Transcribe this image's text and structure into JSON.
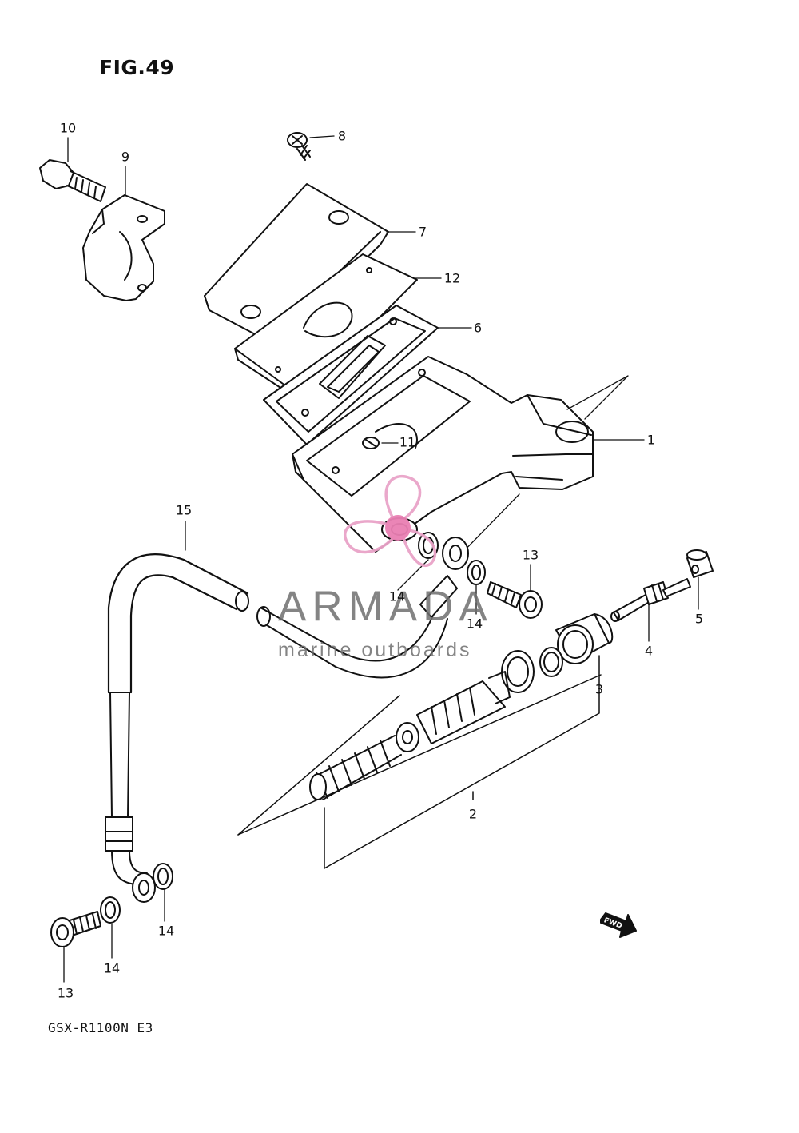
{
  "figure": {
    "title": "FIG.49",
    "model": "GSX-R1100N  E3"
  },
  "watermark": {
    "brand": "ARMADA",
    "tagline": "marine outboards",
    "logo_color": "#e9a3c8",
    "text_color": "#6f6f6f"
  },
  "fwd_arrow": {
    "label": "FWD"
  },
  "callouts": [
    {
      "id": "p1",
      "label": "1"
    },
    {
      "id": "p2",
      "label": "2"
    },
    {
      "id": "p3",
      "label": "3"
    },
    {
      "id": "p4",
      "label": "4"
    },
    {
      "id": "p5",
      "label": "5"
    },
    {
      "id": "p6",
      "label": "6"
    },
    {
      "id": "p7",
      "label": "7"
    },
    {
      "id": "p8",
      "label": "8"
    },
    {
      "id": "p9",
      "label": "9"
    },
    {
      "id": "p10",
      "label": "10"
    },
    {
      "id": "p11",
      "label": "11"
    },
    {
      "id": "p12",
      "label": "12"
    },
    {
      "id": "p13a",
      "label": "13"
    },
    {
      "id": "p13b",
      "label": "13"
    },
    {
      "id": "p14a",
      "label": "14"
    },
    {
      "id": "p14b",
      "label": "14"
    },
    {
      "id": "p14c",
      "label": "14"
    },
    {
      "id": "p14d",
      "label": "14"
    },
    {
      "id": "p15",
      "label": "15"
    }
  ]
}
